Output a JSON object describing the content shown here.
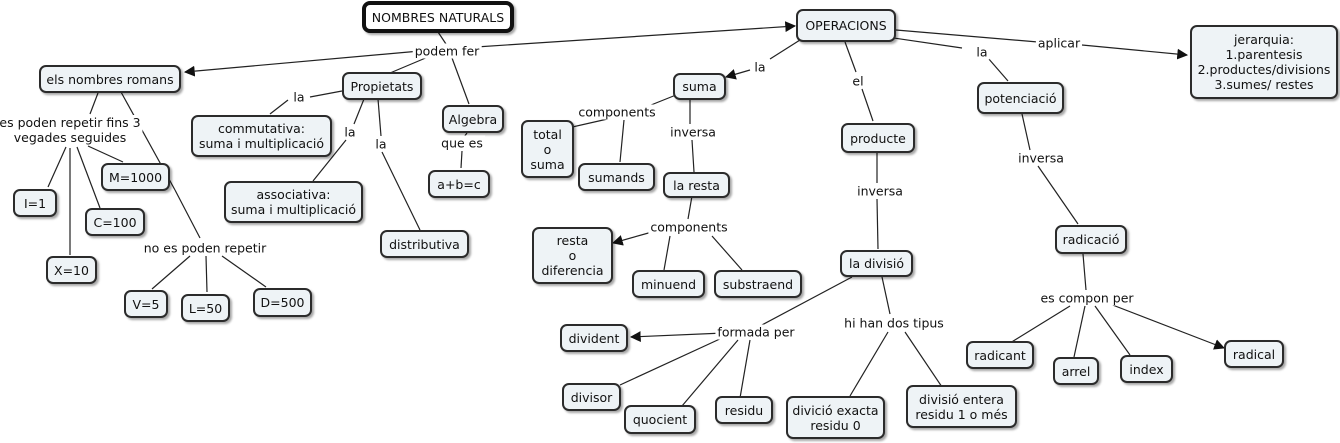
{
  "nodes": {
    "nombres_naturals": "NOMBRES NATURALS",
    "operacions": "OPERACIONS",
    "jerarquia": "jerarquia:\n1.parentesis\n2.productes/divisions\n3.sumes/ restes",
    "nombres_romans": "els nombres romans",
    "propietats": "Propietats",
    "algebra": "Algebra",
    "abc": "a+b=c",
    "commutativa": "commutativa:\nsuma i multiplicació",
    "associativa": "associativa:\nsuma i multiplicació",
    "distributiva": "distributiva",
    "i1": "I=1",
    "m1000": "M=1000",
    "c100": "C=100",
    "x10": "X=10",
    "v5": "V=5",
    "l50": "L=50",
    "d500": "D=500",
    "suma": "suma",
    "total_suma": "total\no\nsuma",
    "sumands": "sumands",
    "la_resta": "la resta",
    "resta_diferencia": "resta\no\ndiferencia",
    "minuend": "minuend",
    "substraend": "substraend",
    "producte": "producte",
    "la_divisio": "la divisió",
    "divident": "divident",
    "divisor": "divisor",
    "quocient": "quocient",
    "residu": "residu",
    "divisio_exacta": "divició exacta\nresidu 0",
    "divisio_entera": "divisió entera\nresidu 1 o més",
    "potenciacio": "potenciació",
    "radicacio": "radicació",
    "radicant": "radicant",
    "arrel": "arrel",
    "index": "index",
    "radical": "radical"
  },
  "links": {
    "podem_fer": "podem fer",
    "la_propietats_commutativa": "la",
    "la_propietats_associativa": "la",
    "la_propietats_distributiva": "la",
    "que_es": "que es",
    "es_poden_repetir": "es poden repetir fins 3\nvegades seguides",
    "no_es_poden_repetir": "no es poden repetir",
    "la_suma": "la",
    "el_producte": "el",
    "la_potenciacio": "la",
    "aplicar": "aplicar",
    "components_suma": "components",
    "inversa_suma": "inversa",
    "components_resta": "components",
    "inversa_producte": "inversa",
    "formada_per": "formada per",
    "hi_han_dos_tipus": "hi han dos tipus",
    "inversa_potenciacio": "inversa",
    "es_compon_per": "es compon per"
  },
  "colors": {
    "node_fill": "#eef3f6",
    "node_border": "#2b2b2b",
    "main_border": "#111111",
    "line": "#222222"
  }
}
